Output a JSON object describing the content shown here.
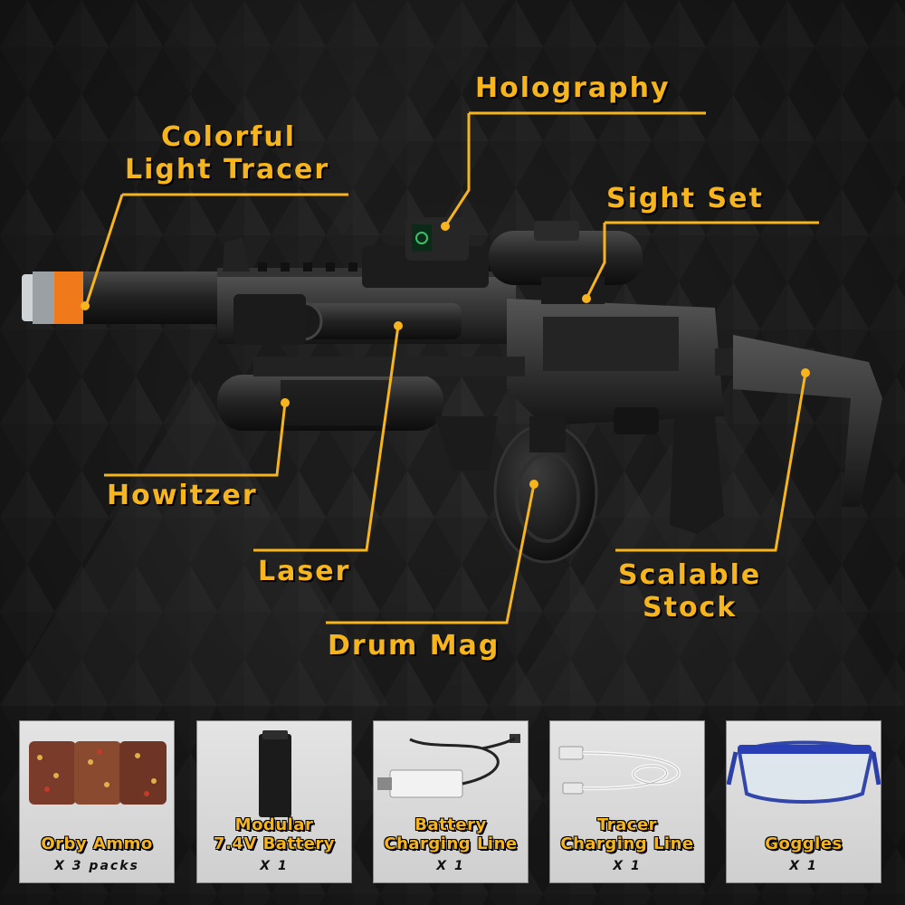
{
  "colors": {
    "accent": "#f6b51d",
    "background": "#1e1e1e",
    "card": "#d9d9d9",
    "tracer_tip": "#f07a1a"
  },
  "features": {
    "holography": "Holography",
    "light_tracer_line1": "Colorful",
    "light_tracer_line2": "Light Tracer",
    "sight_set": "Sight Set",
    "howitzer": "Howitzer",
    "laser": "Laser",
    "scalable_stock_line1": "Scalable",
    "scalable_stock_line2": "Stock",
    "drum_mag": "Drum Mag"
  },
  "accessories": [
    {
      "name_line1": "Orby Ammo",
      "name_line2": "",
      "qty": "X 3 packs",
      "icon": "gel-ball-packs-icon"
    },
    {
      "name_line1": "Modular",
      "name_line2": "7.4V Battery",
      "qty": "X 1",
      "icon": "battery-icon"
    },
    {
      "name_line1": "Battery",
      "name_line2": "Charging Line",
      "qty": "X 1",
      "icon": "usb-charger-cable-icon"
    },
    {
      "name_line1": "Tracer",
      "name_line2": "Charging Line",
      "qty": "X 1",
      "icon": "usb-c-cable-icon"
    },
    {
      "name_line1": "Goggles",
      "name_line2": "",
      "qty": "X 1",
      "icon": "safety-goggles-icon"
    }
  ]
}
